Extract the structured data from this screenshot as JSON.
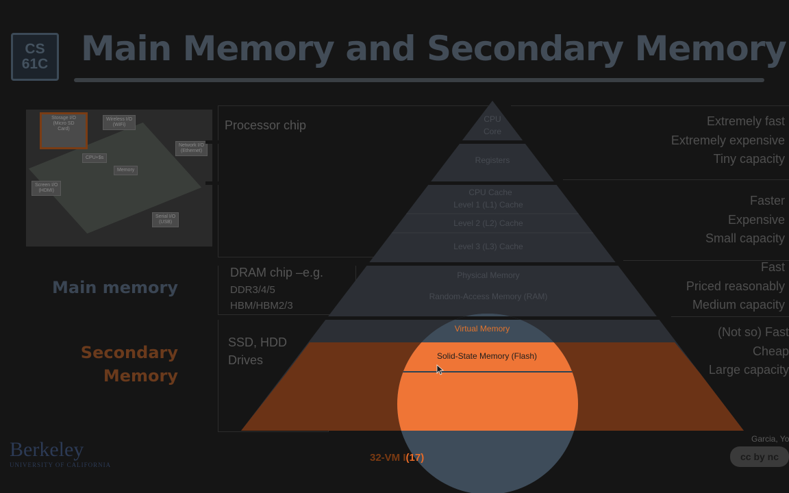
{
  "slide": {
    "logo_text": "CS\n61C",
    "title": "Main Memory and Secondary Memory"
  },
  "photo": {
    "labels": {
      "storage": "Storage I/O\n(Micro SD\nCard)",
      "wireless": "Wireless I/O\n(WiFi)",
      "network": "Network I/O\n(Ethernet)",
      "cpu": "CPU+$s",
      "memory": "Memory",
      "screen": "Screen I/O\n(HDMI)",
      "serial": "Serial I/O\n(USB)"
    }
  },
  "left_captions": {
    "processor": "Processor chip",
    "dram": "DRAM chip –e.g.",
    "ddr": "DDR3/4/5",
    "hbm": "HBM/HBM2/3",
    "ssd": "SSD, HDD",
    "drives": "Drives"
  },
  "side_labels": {
    "main_memory": "Main memory",
    "secondary_1": "Secondary",
    "secondary_2": "Memory"
  },
  "pyramid": {
    "cpu": "CPU",
    "core": "Core",
    "registers": "Registers",
    "cpu_cache": "CPU Cache",
    "l1": "Level 1 (L1) Cache",
    "l2": "Level 2 (L2) Cache",
    "l3": "Level 3 (L3) Cache",
    "physical": "Physical Memory",
    "ram": "Random-Access Memory (RAM)",
    "virtual": "Virtual Memory",
    "ssd": "Solid-State Memory (Flash)"
  },
  "right_groups": [
    [
      "Extremely fast",
      "Extremely expensive",
      "Tiny capacity"
    ],
    [
      "Faster",
      "Expensive",
      "Small capacity"
    ],
    [
      "Fast",
      "Priced reasonably",
      "Medium capacity"
    ],
    [
      "(Not so) Fast",
      "Cheap",
      "Large capacity"
    ]
  ],
  "footer": {
    "berkeley": "Berkeley",
    "berkeley_sub": "UNIVERSITY OF CALIFORNIA",
    "page_prefix": "32-VM I",
    "page_number": "(17)",
    "author": "Garcia, Yo",
    "license": "cc by nc"
  },
  "colors": {
    "spotlight_orange": "#ef7536",
    "flash_band": "#6b3316",
    "pyramid_dark": "#2c2f35",
    "spotlight_blue": "#3e4c5a"
  }
}
